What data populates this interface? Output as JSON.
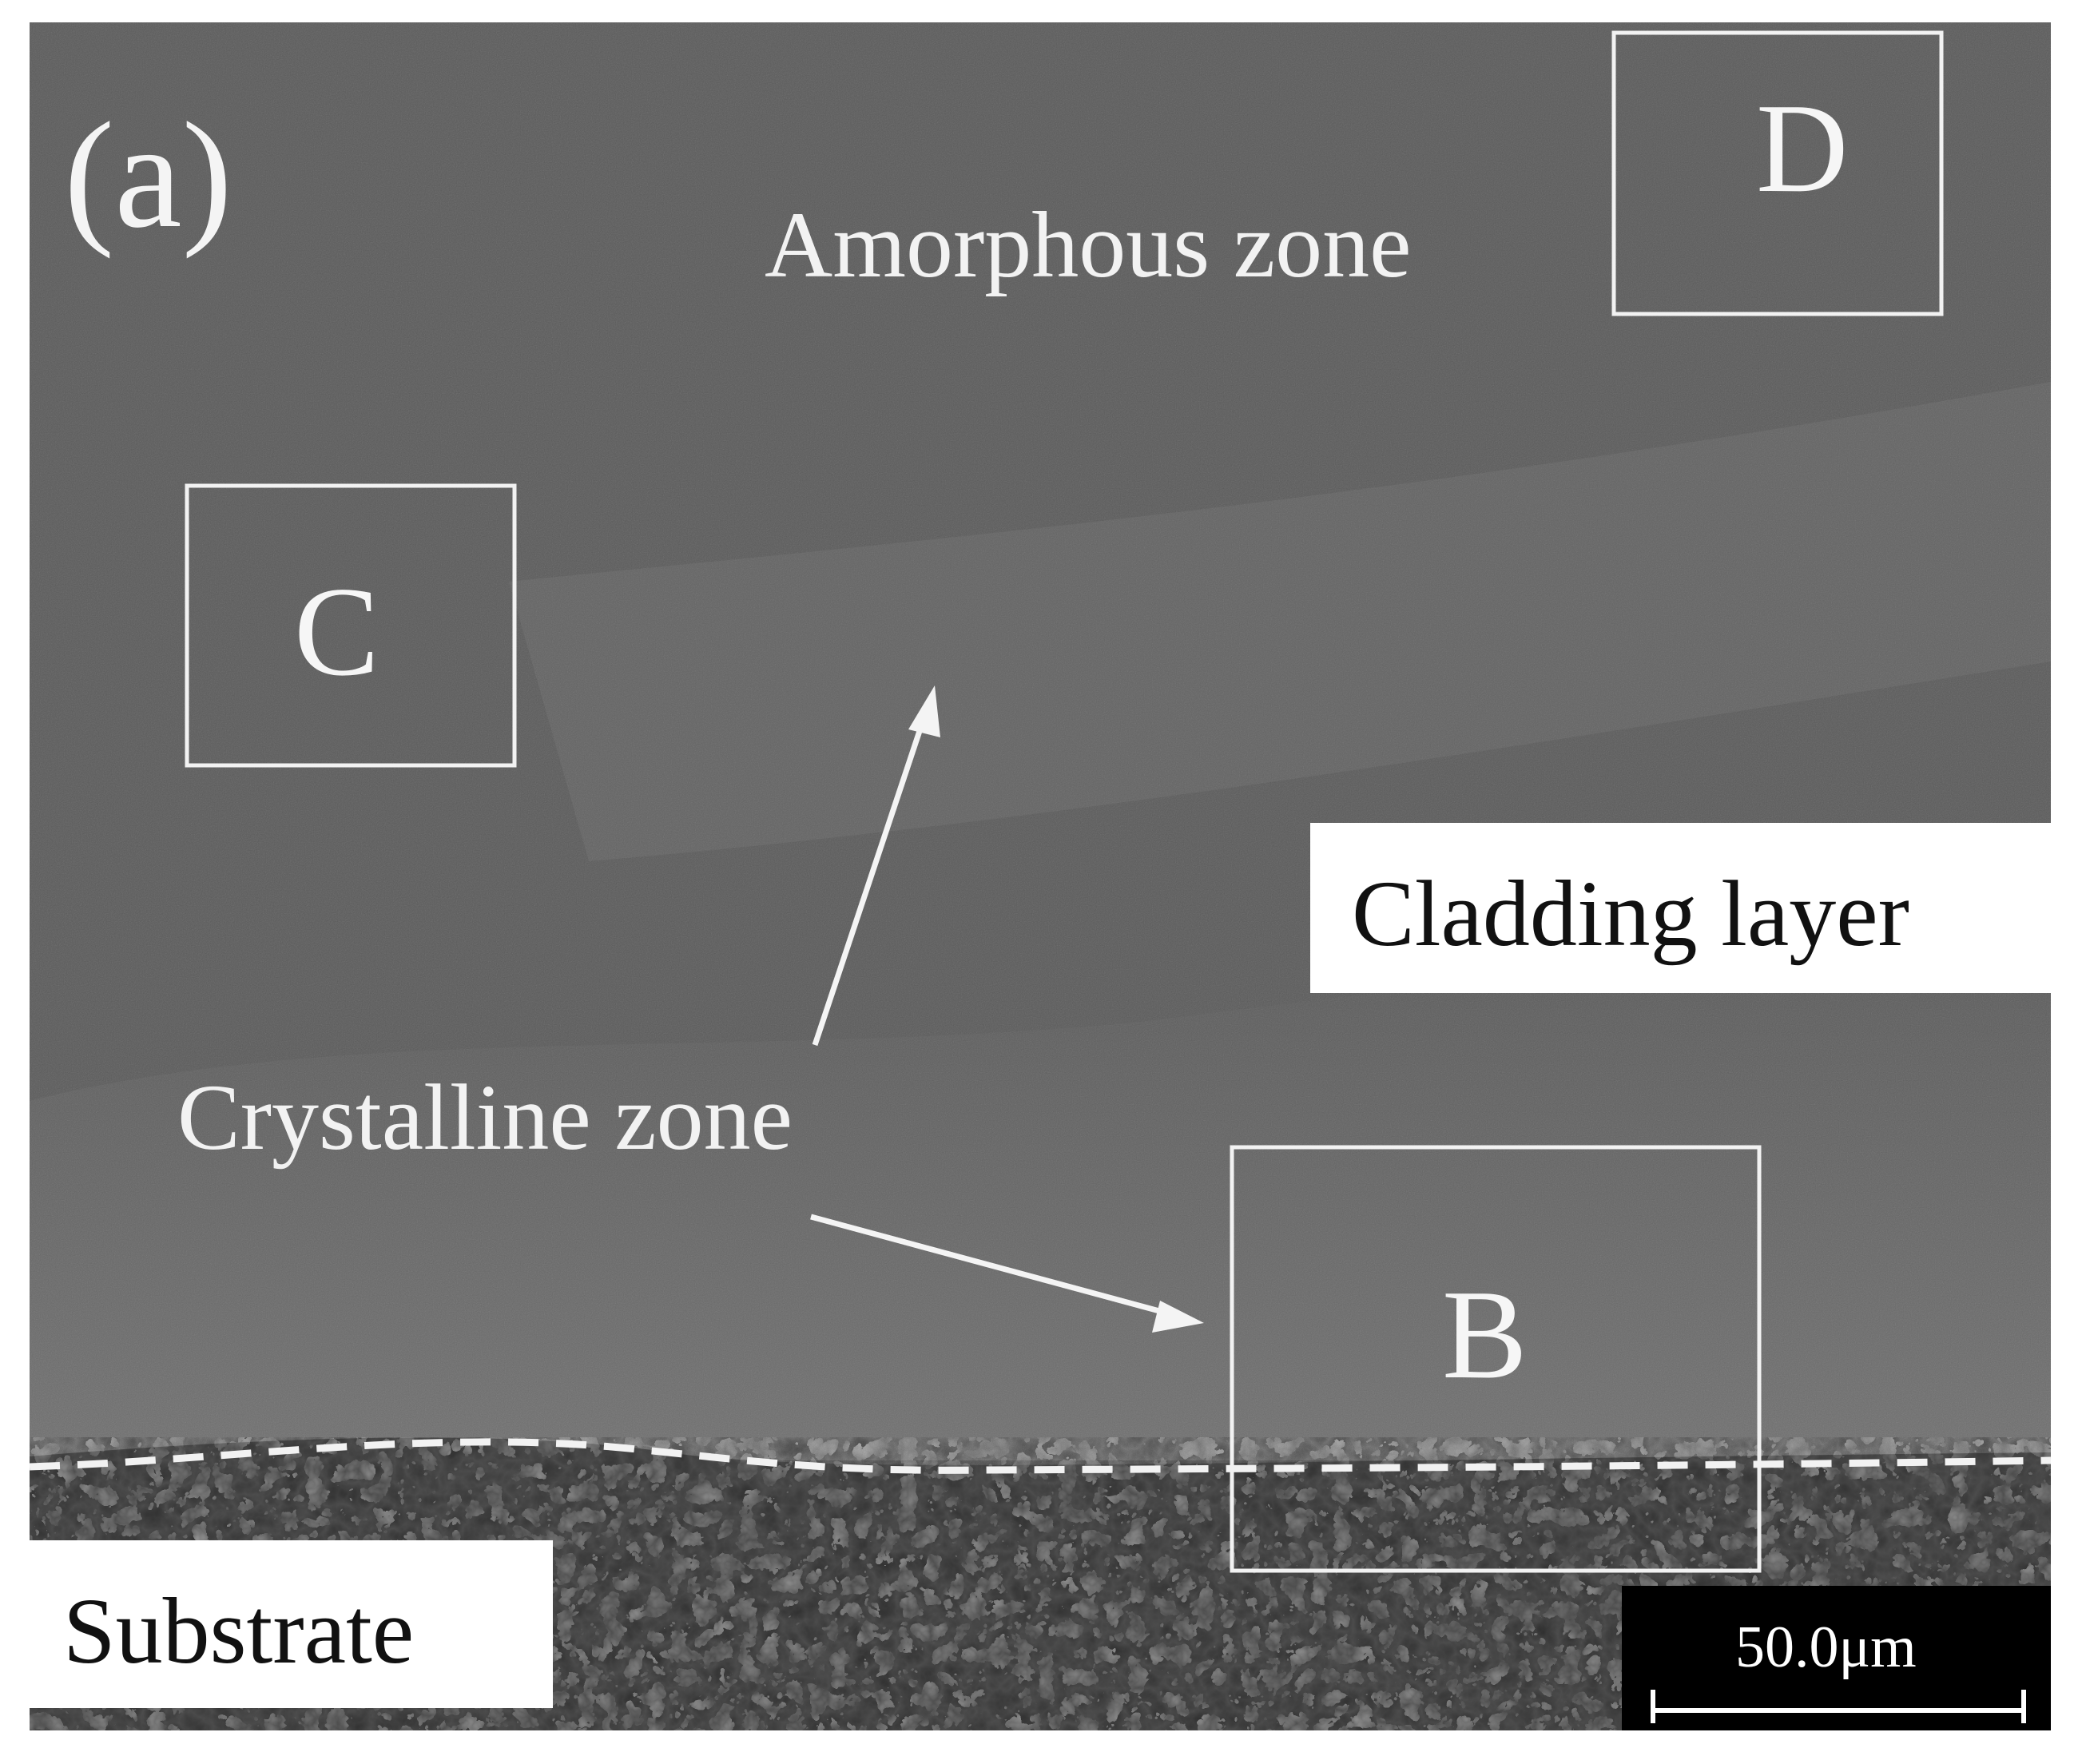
{
  "figure": {
    "panel_label": "(a)",
    "regions": {
      "amorphous_zone": "Amorphous zone",
      "crystalline_zone": "Crystalline zone",
      "cladding_layer": "Cladding layer",
      "substrate": "Substrate"
    },
    "boxes": {
      "d": "D",
      "c": "C",
      "b": "B"
    },
    "scale_bar": "50.0μm",
    "colors": {
      "micrograph_gray": "#595959",
      "substrate_gray": "#4e4e4e",
      "annotation_white": "#ffffff",
      "scale_bar_bg": "#000000"
    }
  }
}
